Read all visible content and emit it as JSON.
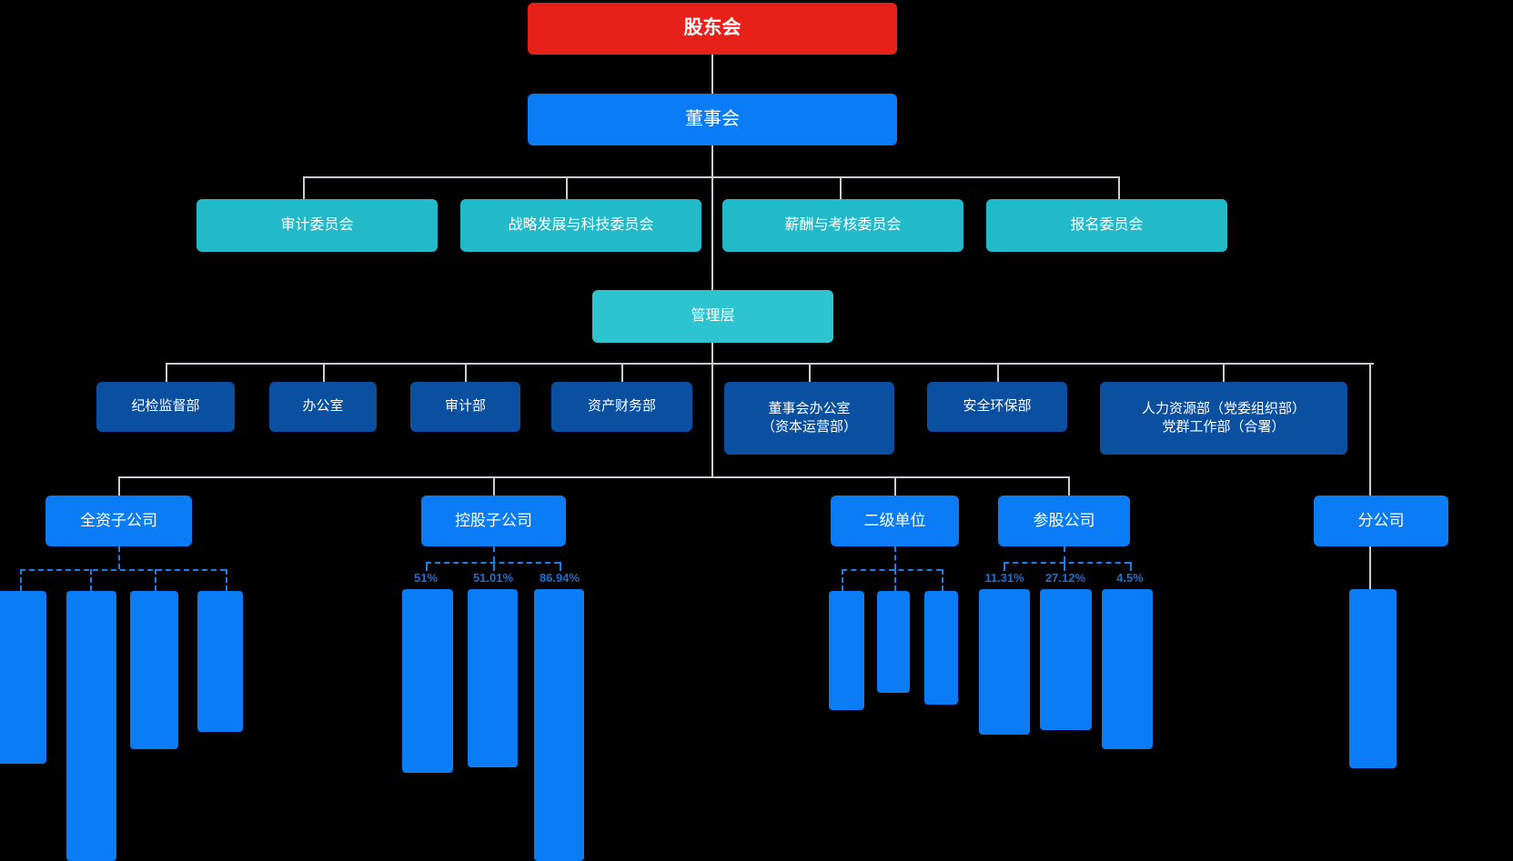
{
  "chart_data": {
    "type": "diagram",
    "title": "企业组织架构图",
    "orientation": "top-down",
    "colors": {
      "shareholders": "#e8201a",
      "board": "#0a7cf5",
      "committee": "#22b9c8",
      "management": "#2ec4cf",
      "department": "#0a4fa0",
      "category": "#0a7cf5",
      "connector": "#c9cdd4",
      "dashed_connector": "#1a7fe8",
      "background": "#000000"
    }
  },
  "levels": {
    "shareholders": {
      "label": "股东会"
    },
    "board": {
      "label": "董事会"
    },
    "management": {
      "label": "管理层"
    }
  },
  "committees": [
    {
      "label": "审计委员会"
    },
    {
      "label": "战略发展与科技委员会"
    },
    {
      "label": "薪酬与考核委员会"
    },
    {
      "label": "报名委员会"
    }
  ],
  "departments": [
    {
      "label": "纪检监督部"
    },
    {
      "label": "办公室"
    },
    {
      "label": "审计部"
    },
    {
      "label": "资产财务部"
    },
    {
      "label": "董事会办公室\n（资本运营部）"
    },
    {
      "label": "安全环保部"
    },
    {
      "label": "人力资源部（党委组织部）\n党群工作部（合署）"
    }
  ],
  "categories": [
    {
      "label": "全资子公司"
    },
    {
      "label": "控股子公司"
    },
    {
      "label": "二级单位"
    },
    {
      "label": "参股公司"
    },
    {
      "label": "分公司"
    }
  ],
  "ownership_labels": {
    "holding_subsidiaries": [
      "51%",
      "51.01%",
      "86.94%"
    ],
    "equity_participation": [
      "11.31%",
      "27.12%",
      "4.5%"
    ]
  },
  "leaf_groups": {
    "wholly_owned": [
      "",
      "",
      "",
      ""
    ],
    "holding": [
      "",
      "",
      ""
    ],
    "second_level": [
      "",
      "",
      ""
    ],
    "participation": [
      "",
      "",
      ""
    ],
    "branch": [
      ""
    ]
  }
}
